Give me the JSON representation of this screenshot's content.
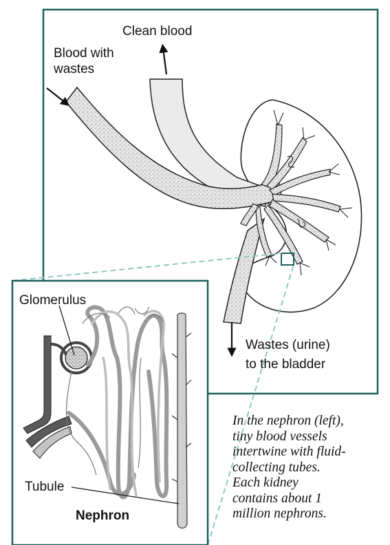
{
  "labels": {
    "clean_blood": "Clean blood",
    "blood_with_wastes": "Blood with\nwastes",
    "wastes_urine": "Wastes (urine)\nto the bladder",
    "glomerulus": "Glomerulus",
    "tubule": "Tubule",
    "nephron_title": "Nephron"
  },
  "caption": "In the nephron (left),\ntiny blood vessels\nintertwine with fluid-\ncollecting tubes.\nEach kidney\ncontains about 1\nmillion nephrons.",
  "colors": {
    "frame": "#1b5e5a",
    "dashed_connector": "#8fc9c3",
    "vessel_fill": "#e8e8e8",
    "vessel_stipple": "#c9c9c9",
    "dark_vessel": "#5a5a5a"
  }
}
